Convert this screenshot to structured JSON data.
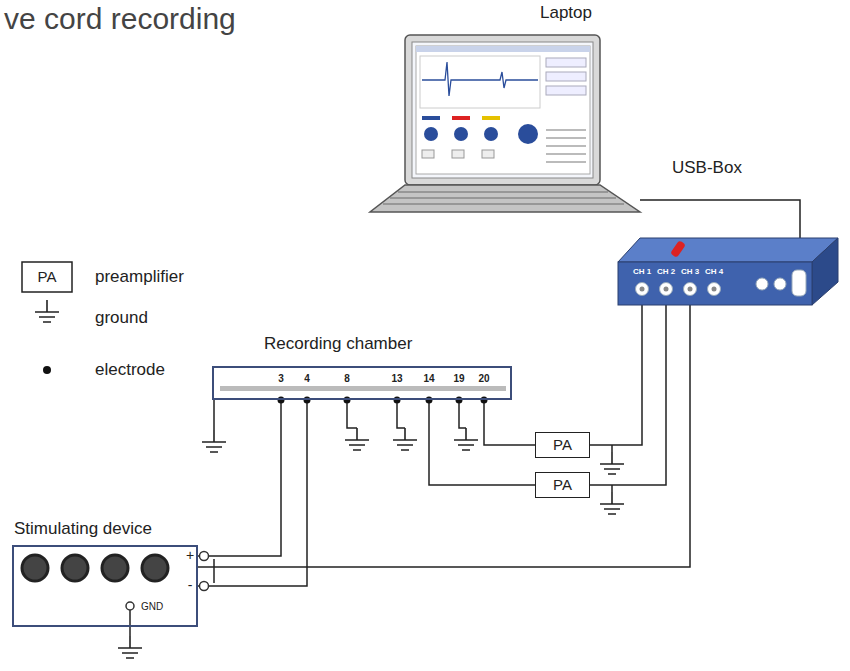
{
  "diagram": {
    "title": "ve cord recording",
    "nodes": [
      {
        "text": [
          "Laptop"
        ]
      },
      {
        "text": [
          "USB-Box"
        ]
      },
      {
        "text": [
          "Recording chamber"
        ]
      },
      {
        "text": [
          "PA"
        ]
      },
      {
        "text": [
          "PA"
        ]
      },
      {
        "text": [
          "Stimulating device"
        ]
      }
    ],
    "edges": [
      {
        "from": 0,
        "to": 1,
        "arrow": "none"
      },
      {
        "from": 2,
        "to": 3,
        "arrow": "none"
      },
      {
        "from": 2,
        "to": 4,
        "arrow": "none"
      },
      {
        "from": 3,
        "to": 1,
        "arrow": "none"
      },
      {
        "from": 4,
        "to": 1,
        "arrow": "none"
      },
      {
        "from": 5,
        "to": 2,
        "arrow": "none"
      },
      {
        "from": 5,
        "to": 2,
        "arrow": "none"
      },
      {
        "from": 1,
        "to": 5,
        "arrow": "none"
      }
    ],
    "labels": [
      "PA",
      "3",
      "4",
      "8",
      "13",
      "14",
      "19",
      "20",
      "CH 1",
      "CH 2",
      "CH 3",
      "CH 4",
      "+",
      "-",
      "GND"
    ],
    "legend": [
      {
        "text": "preamplifier"
      },
      {
        "text": "ground"
      },
      {
        "text": "electrode"
      }
    ]
  }
}
